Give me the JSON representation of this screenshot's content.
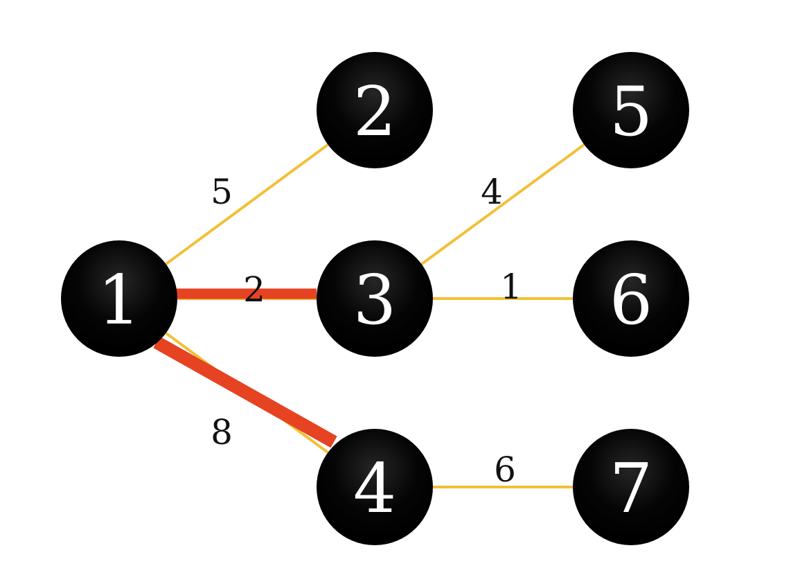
{
  "colors": {
    "edge": "#f2c038",
    "highlight": "#e64323",
    "node_fill": "#000000",
    "node_text": "#ffffff",
    "label_text": "#111111"
  },
  "nodes": [
    {
      "id": "1",
      "label": "1"
    },
    {
      "id": "2",
      "label": "2"
    },
    {
      "id": "3",
      "label": "3"
    },
    {
      "id": "4",
      "label": "4"
    },
    {
      "id": "5",
      "label": "5"
    },
    {
      "id": "6",
      "label": "6"
    },
    {
      "id": "7",
      "label": "7"
    }
  ],
  "edges": [
    {
      "from": "1",
      "to": "2",
      "weight": "5",
      "highlighted": false
    },
    {
      "from": "1",
      "to": "3",
      "weight": "2",
      "highlighted": true
    },
    {
      "from": "1",
      "to": "4",
      "weight": "8",
      "highlighted": true
    },
    {
      "from": "3",
      "to": "5",
      "weight": "4",
      "highlighted": false
    },
    {
      "from": "3",
      "to": "6",
      "weight": "1",
      "highlighted": false
    },
    {
      "from": "4",
      "to": "7",
      "weight": "6",
      "highlighted": false
    }
  ]
}
